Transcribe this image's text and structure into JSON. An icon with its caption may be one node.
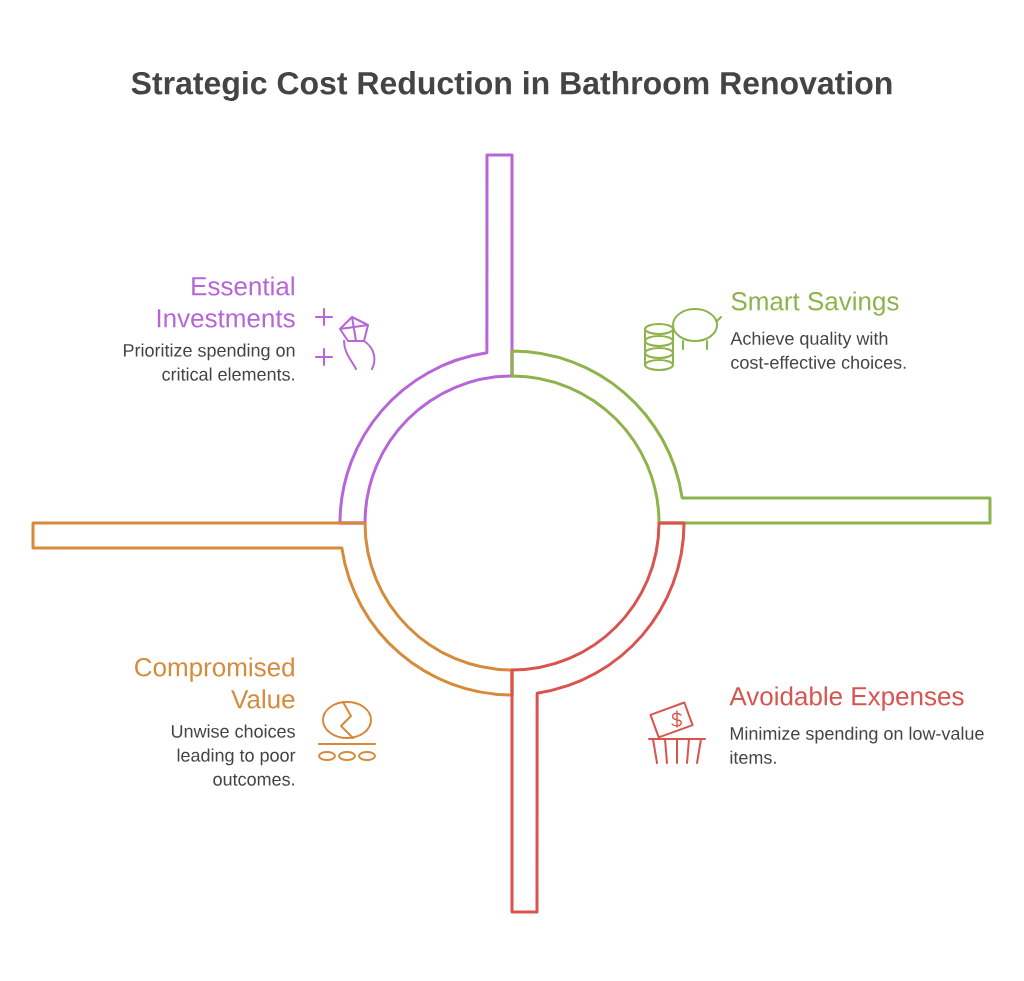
{
  "diagram": {
    "title": "Strategic Cost Reduction in Bathroom Renovation",
    "nodes": [
      {
        "text": [
          "Essential Investments",
          "Prioritize spending on critical elements."
        ]
      },
      {
        "text": [
          "Smart Savings",
          "Achieve quality with cost-effective choices."
        ]
      },
      {
        "text": [
          "Compromised Value",
          "Unwise choices leading to poor outcomes."
        ]
      },
      {
        "text": [
          "Avoidable Expenses",
          "Minimize spending on low-value items."
        ]
      }
    ]
  }
}
